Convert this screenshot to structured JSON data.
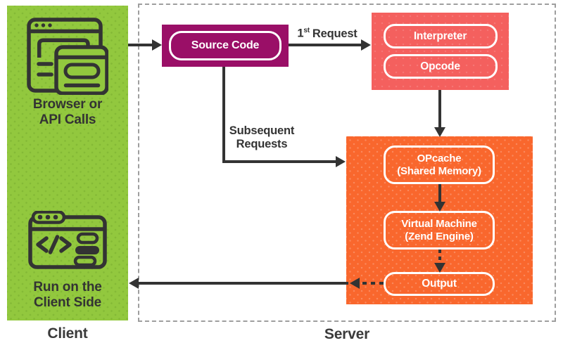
{
  "colors": {
    "client_green": "#92C83E",
    "source_magenta": "#9A0F67",
    "interpreter_red": "#F4605E",
    "opcache_orange": "#F9672D",
    "arrow_dark": "#333333",
    "server_border_gray": "#9E9E9E"
  },
  "client": {
    "caption_top": {
      "line1": "Browser or",
      "line2": "API Calls"
    },
    "caption_bottom": {
      "line1": "Run on the",
      "line2": "Client Side"
    },
    "footer": "Client"
  },
  "server": {
    "footer": "Server",
    "source_code_label": "Source Code",
    "interpreter_label": "Interpreter",
    "opcode_label": "Opcode",
    "opcache": {
      "line1": "OPcache",
      "line2": "(Shared Memory)"
    },
    "vm": {
      "line1": "Virtual Machine",
      "line2": "(Zend Engine)"
    },
    "output_label": "Output"
  },
  "arrows": {
    "first_request": {
      "number": "1",
      "ordinal": "st",
      "text": "Request"
    },
    "subsequent": {
      "line1": "Subsequent",
      "line2": "Requests"
    }
  }
}
